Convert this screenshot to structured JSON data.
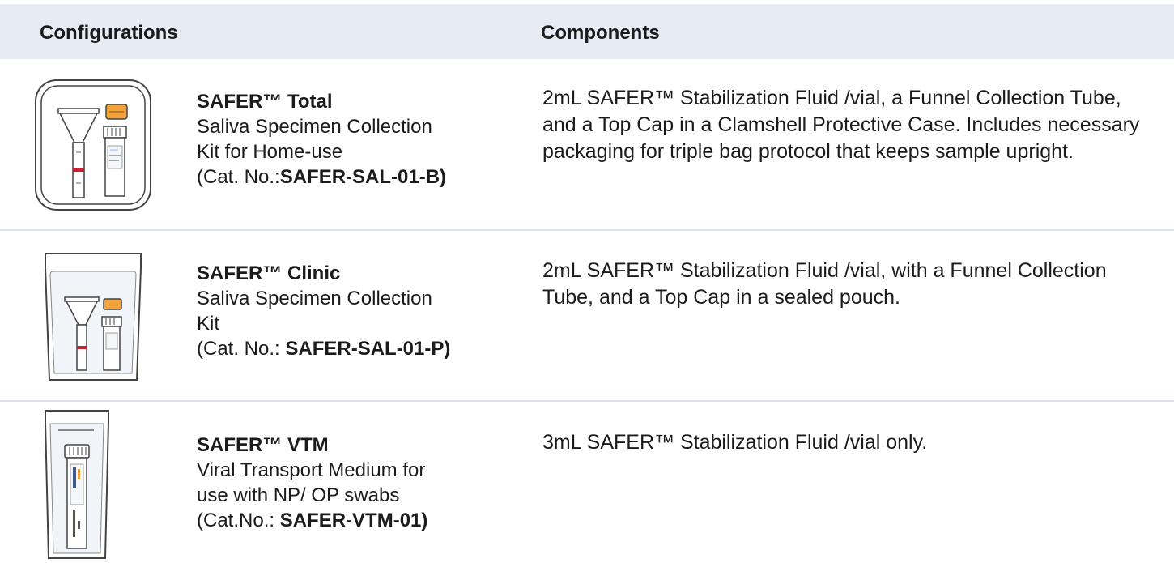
{
  "header": {
    "configurations": "Configurations",
    "components": "Components"
  },
  "rows": [
    {
      "name": "SAFER™ Total",
      "desc1": "Saliva Specimen Collection",
      "desc2": "Kit for Home-use",
      "cat_prefix": "(Cat. No.:",
      "cat_code": "SAFER-SAL-01-B)",
      "components": "2mL SAFER™ Stabilization Fluid /vial, a Funnel Collection Tube, and a Top Cap in a Clamshell Protective Case. Includes necessary packaging for triple bag protocol that keeps sample upright."
    },
    {
      "name": "SAFER™ Clinic",
      "desc1": "Saliva Specimen Collection",
      "desc2": "Kit",
      "cat_prefix": "(Cat. No.: ",
      "cat_code": "SAFER-SAL-01-P)",
      "components": "2mL SAFER™ Stabilization Fluid /vial, with a Funnel Collection Tube, and a Top Cap in a sealed pouch."
    },
    {
      "name": "SAFER™ VTM",
      "desc1": "Viral Transport Medium for",
      "desc2": "use with NP/ OP swabs",
      "cat_prefix": "(Cat.No.: ",
      "cat_code": "SAFER-VTM-01)",
      "components": "3mL SAFER™ Stabilization Fluid /vial only."
    }
  ],
  "colors": {
    "header_bg": "#e7ecf4",
    "divider": "#dde3ee",
    "cap_orange": "#f2a33a",
    "band_red": "#c8202f"
  }
}
